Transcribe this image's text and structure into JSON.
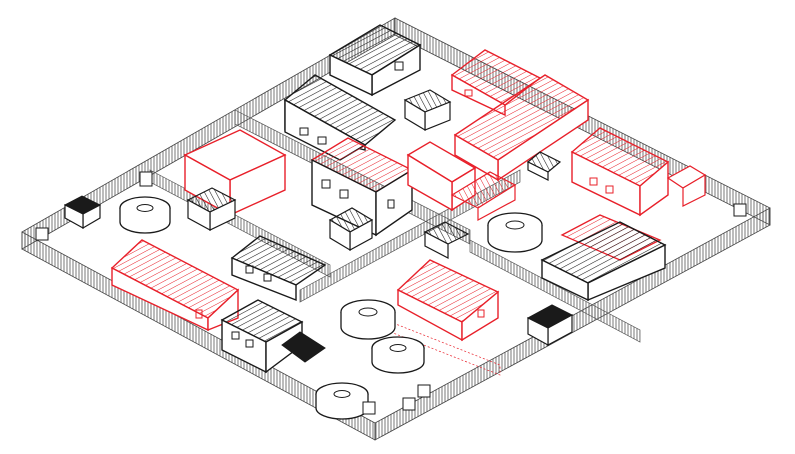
{
  "scene": {
    "kind": "isometric-compound-illustration",
    "colors": {
      "background": "#ffffff",
      "ink": "#1a1a1a",
      "highlight": "#e8202a",
      "roof_fill_red": "#fde7e8",
      "roof_fill_black": "#ffffff"
    },
    "buildings": [
      {
        "id": "house-top-back",
        "style": "ink",
        "type": "gable-house",
        "icon": "house-icon"
      },
      {
        "id": "house-back-left",
        "style": "ink",
        "type": "gable-house",
        "icon": "house-icon"
      },
      {
        "id": "house-back-right-red",
        "style": "highlight",
        "type": "gable-house",
        "icon": "house-icon"
      },
      {
        "id": "longhouse-right-red",
        "style": "highlight",
        "type": "long-gable",
        "icon": "barn-icon"
      },
      {
        "id": "block-left-red",
        "style": "highlight",
        "type": "flat-block",
        "icon": "warehouse-icon"
      },
      {
        "id": "house-center-red",
        "style": "highlight",
        "type": "two-storey",
        "icon": "house-icon"
      },
      {
        "id": "house-center-right-red",
        "style": "highlight",
        "type": "gable-house",
        "icon": "house-icon"
      },
      {
        "id": "house-far-right-red",
        "style": "highlight",
        "type": "gable-house",
        "icon": "house-icon"
      },
      {
        "id": "barn-front-left-red",
        "style": "highlight",
        "type": "long-gable",
        "icon": "barn-icon"
      },
      {
        "id": "house-mid-left",
        "style": "ink",
        "type": "gable-house",
        "icon": "house-icon"
      },
      {
        "id": "house-front-red",
        "style": "highlight",
        "type": "gable-house",
        "icon": "house-icon"
      },
      {
        "id": "house-front-left",
        "style": "ink",
        "type": "gable-house",
        "icon": "house-icon"
      },
      {
        "id": "barn-right",
        "style": "ink",
        "type": "long-gable",
        "icon": "barn-icon"
      },
      {
        "id": "shed-1",
        "style": "ink",
        "type": "shed",
        "icon": "shed-icon"
      },
      {
        "id": "shed-2",
        "style": "ink",
        "type": "shed",
        "icon": "shed-icon"
      },
      {
        "id": "shed-3",
        "style": "ink",
        "type": "shed",
        "icon": "shed-icon"
      },
      {
        "id": "shed-4",
        "style": "ink",
        "type": "shed",
        "icon": "shed-icon"
      }
    ],
    "tanks": [
      {
        "id": "tank-left",
        "icon": "water-tank-icon"
      },
      {
        "id": "tank-right",
        "icon": "water-tank-icon"
      },
      {
        "id": "tank-front-1",
        "icon": "water-tank-icon"
      },
      {
        "id": "tank-front-2",
        "icon": "water-tank-icon"
      },
      {
        "id": "tank-front-3",
        "icon": "water-tank-icon"
      }
    ]
  }
}
